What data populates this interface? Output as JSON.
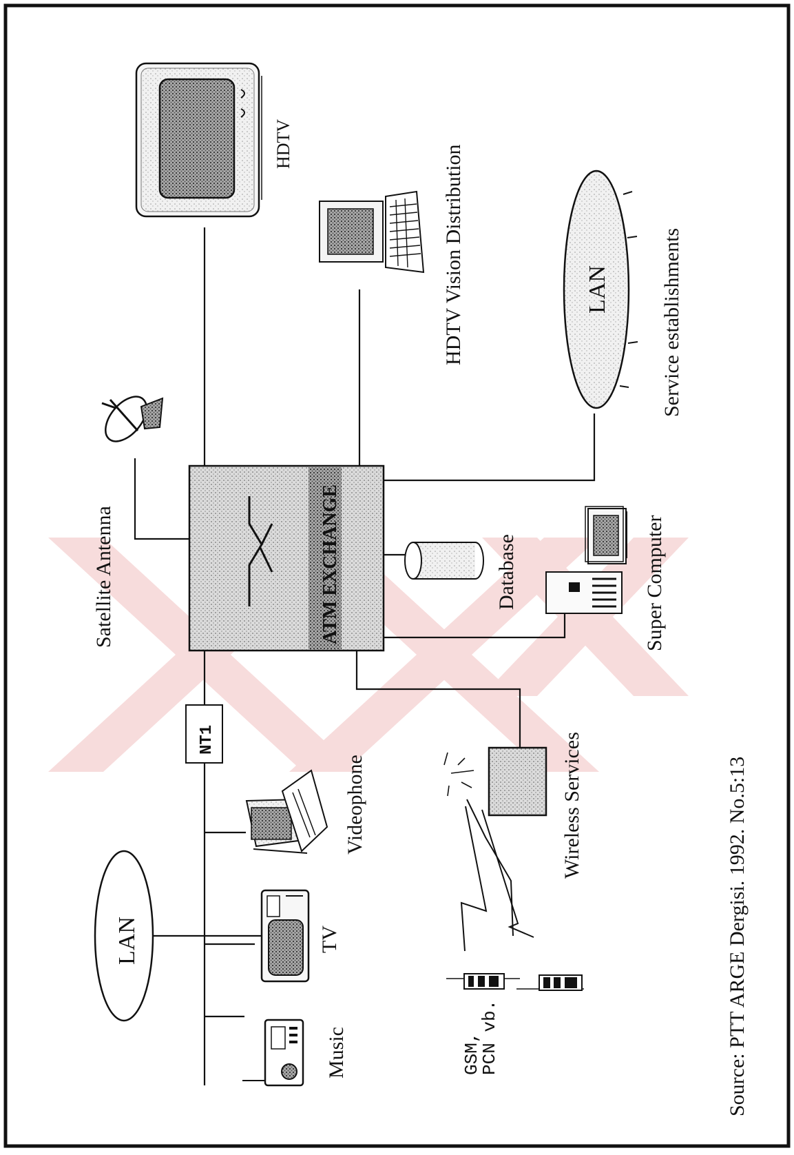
{
  "diagram": {
    "source_note": "Source: PTT ARGE Dergisi. 1992. No.5:13",
    "exchange_label": "ATM EXCHANGE",
    "nt1_label": "NT1",
    "nodes": {
      "music": "Music",
      "tv": "TV",
      "videophone": "Videophone",
      "lan_left": "LAN",
      "satellite_antenna": "Satellite Antenna",
      "hdtv": "HDTV",
      "hdtv_vision_distribution": "HDTV Vision Distribution",
      "lan_right": "LAN",
      "service_establishments": "Service establishments",
      "database": "Database",
      "super_computer": "Super Computer",
      "wireless_services": "Wireless Services",
      "gsm_line1": "GSM,",
      "gsm_line2": "PCN  vb."
    },
    "colors": {
      "ink": "#111111",
      "watermark": "#f3c9c9",
      "stipple": "#bdbdbd"
    }
  }
}
